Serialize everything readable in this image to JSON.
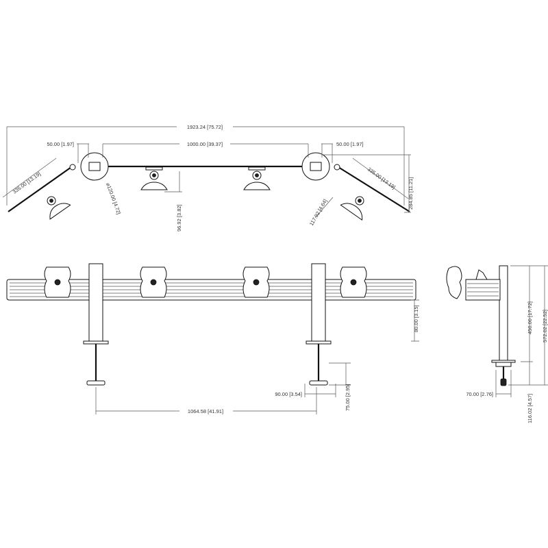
{
  "dimensions": {
    "overall_width": "1923.24 [75.72]",
    "gap_left": "50.00 [1.97]",
    "center_span": "1000.00 [39.37]",
    "gap_right": "50.00 [1.97]",
    "arm_left": "335.00 [13.19]",
    "arm_right": "335.00 [13.19]",
    "hub_diameter": "⌀120.00 [4.72]",
    "clamp_depth_center": "96.92 [3.82]",
    "clamp_depth_angled": "117.92 [4.64]",
    "overall_depth": "284.85 [11.21]",
    "bar_height": "80.00 [3.15]",
    "base_width": "90.00 [3.54]",
    "clamp_height": "75.00 [2.95]",
    "pole_spacing": "1064.58 [41.91]",
    "pole_height": "450.00 [17.72]",
    "overall_height": "572.02 [22.52]",
    "side_base_width": "70.00 [2.76]",
    "clamp_range": "116.02 [4.57]"
  }
}
